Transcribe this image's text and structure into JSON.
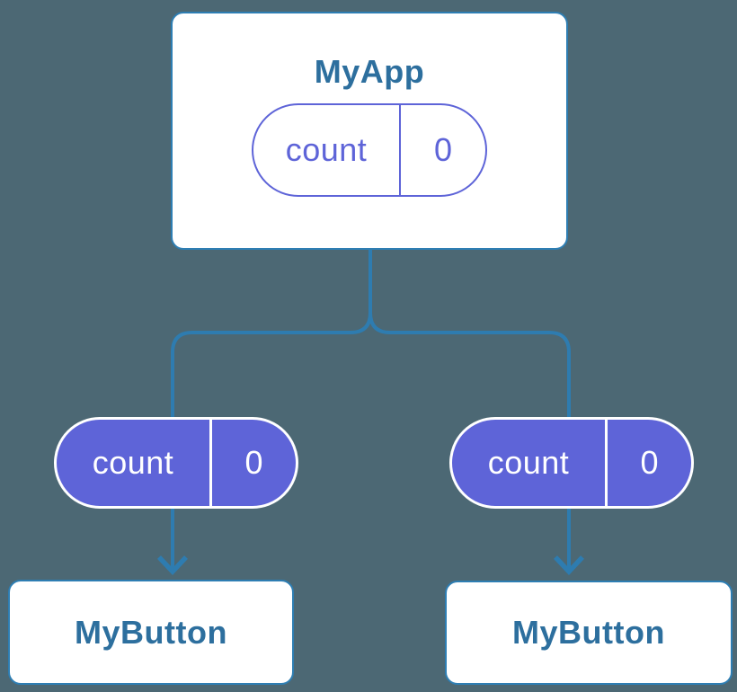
{
  "colors": {
    "background": "#4C6874",
    "card-bg": "#FFFFFF",
    "card-border": "#2E7EB3",
    "card-text": "#2D6F9E",
    "pill-purple": "#5E64D8",
    "pill-text-light": "#FFFFFF",
    "connector": "#2E7CB0"
  },
  "nodes": {
    "root": {
      "title": "MyApp",
      "state_name": "count",
      "state_value": "0"
    },
    "child_left": {
      "title": "MyButton",
      "state_name": "count",
      "state_value": "0"
    },
    "child_right": {
      "title": "MyButton",
      "state_name": "count",
      "state_value": "0"
    }
  }
}
